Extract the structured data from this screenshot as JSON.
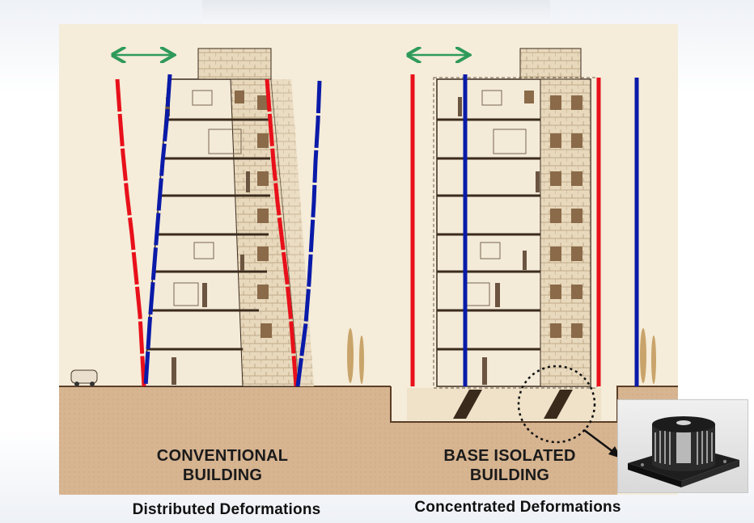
{
  "diagram": {
    "left": {
      "title_line1": "CONVENTIONAL",
      "title_line2": "BUILDING",
      "subtitle": "Distributed Deformations"
    },
    "right": {
      "title_line1": "BASE ISOLATED",
      "title_line2": "BUILDING",
      "subtitle": "Concentrated Deformations"
    }
  },
  "colors": {
    "deformation_red": "#e8101a",
    "deformation_blue": "#0a1aa8",
    "motion_arrow_green": "#2e9a5a",
    "ground": "#d9b894",
    "panel": "#f5ecd9"
  },
  "icons": [
    "double-arrow-icon",
    "isolation-bearing-icon"
  ]
}
